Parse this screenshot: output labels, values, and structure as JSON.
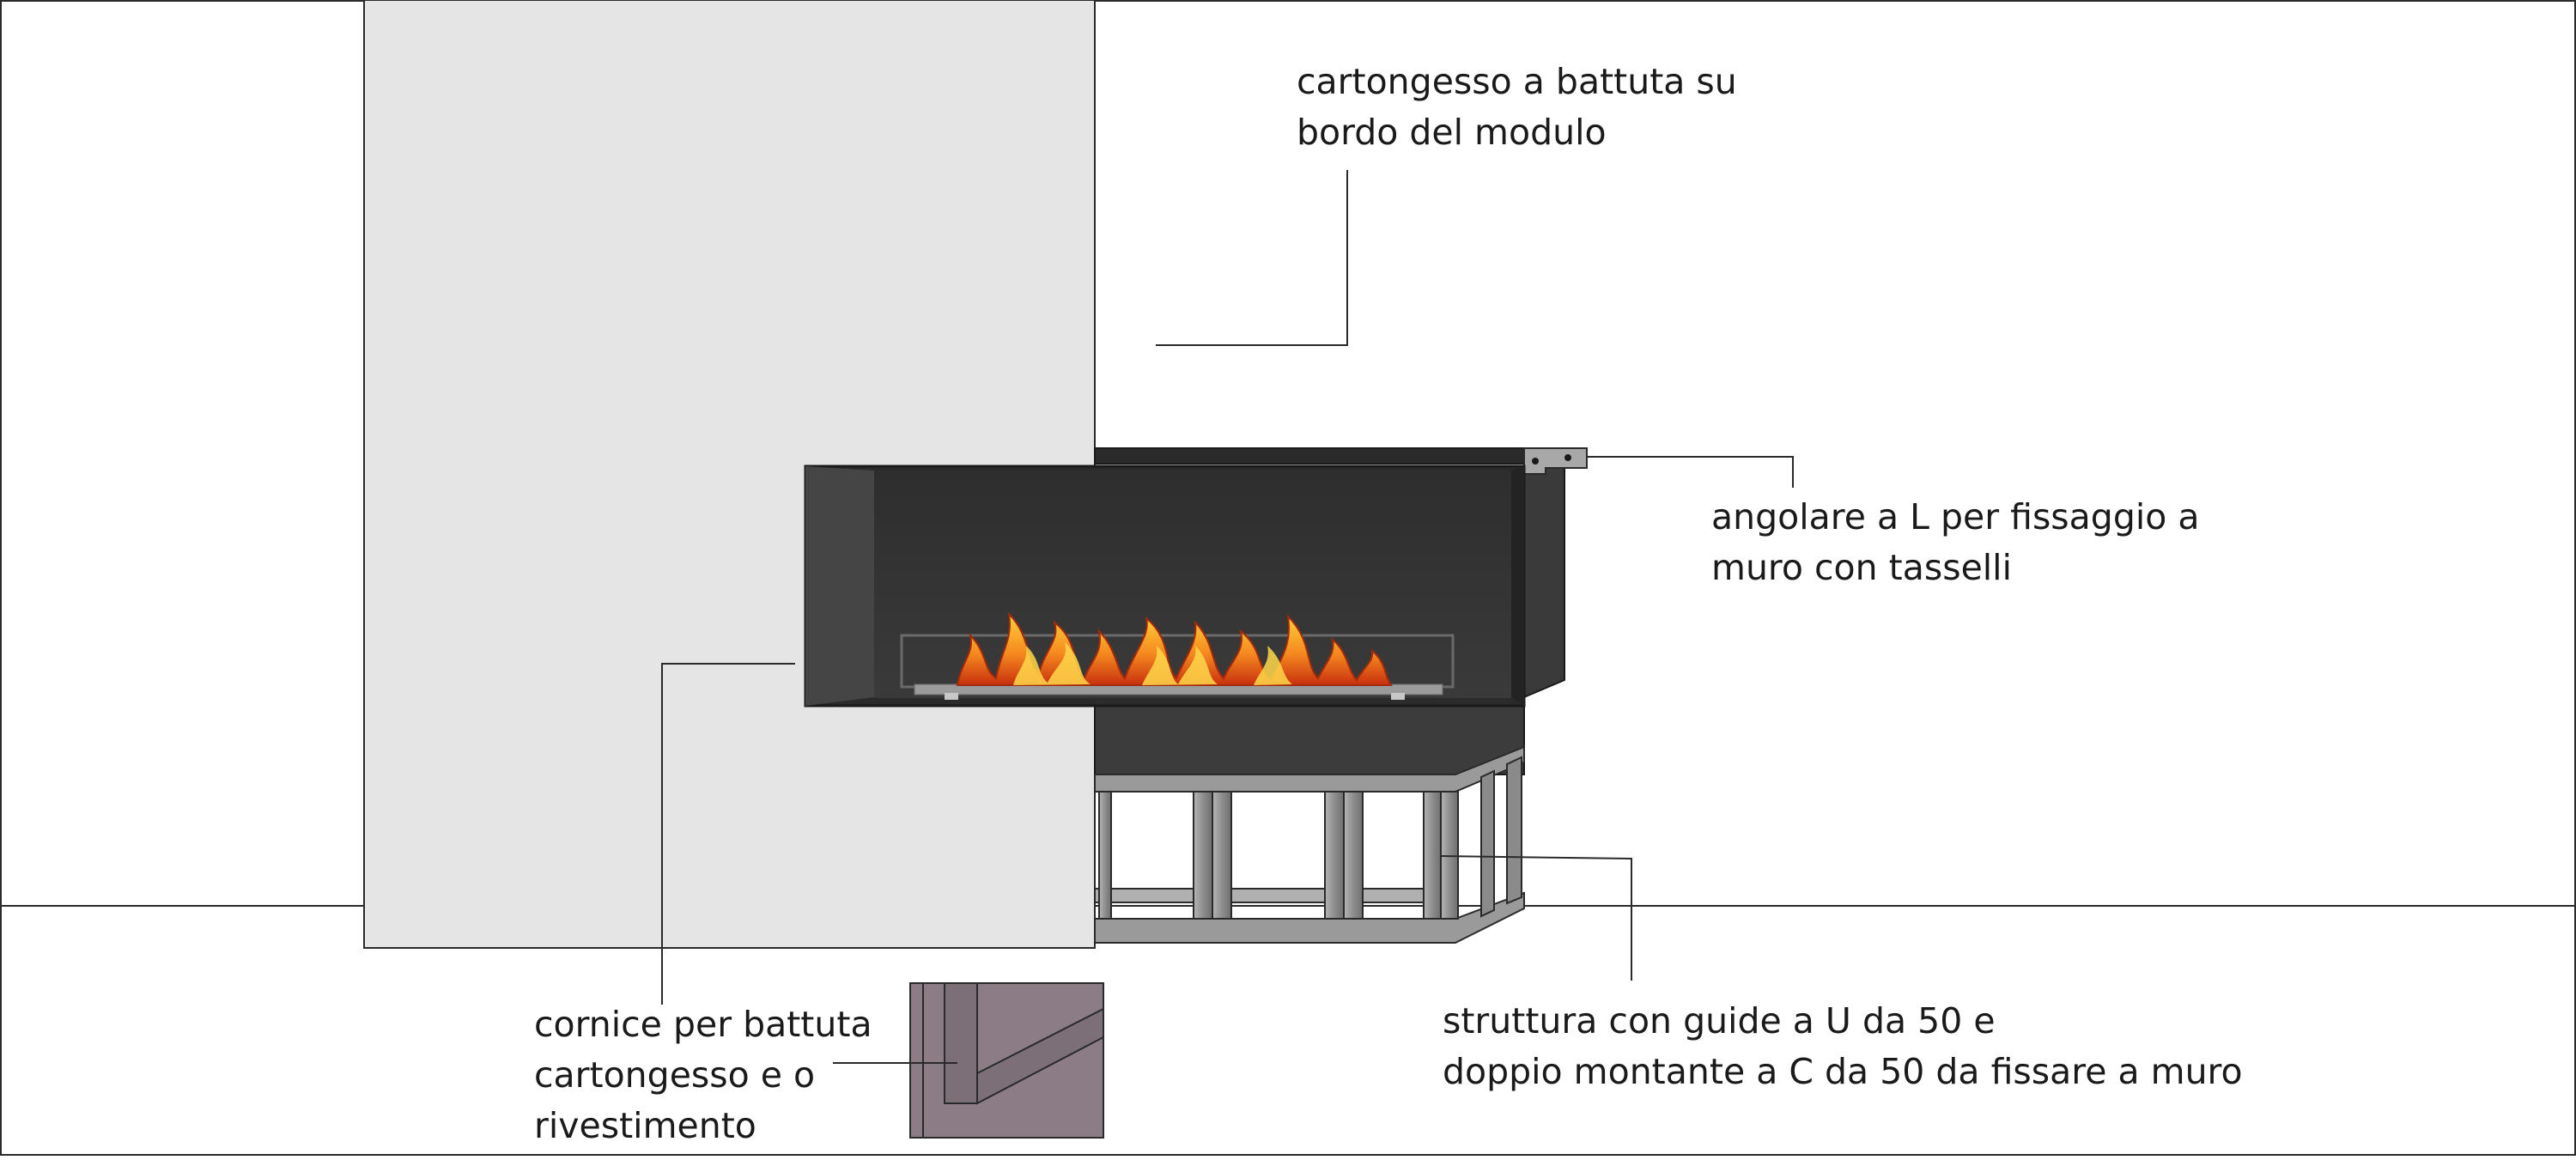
{
  "annotations": {
    "drywall": {
      "lines": [
        "cartongesso a battuta su",
        "bordo del modulo"
      ]
    },
    "bracket": {
      "lines": [
        "angolare a L per fissaggio a",
        "muro con tasselli"
      ]
    },
    "frame": {
      "lines": [
        "cornice per battuta",
        "cartongesso e o",
        "rivestimento"
      ]
    },
    "structure": {
      "lines": [
        "struttura con guide a U da 50 e",
        "doppio montante a C da 50 da fissare a muro"
      ]
    }
  },
  "colors": {
    "background": "#ffffff",
    "outline": "#2a2a2a",
    "drywall_panel": "#e5e5e5",
    "firebox_dark": "#2b2b2b",
    "firebox_inner": "#383838",
    "steel_frame": "#9a9a9a",
    "frame_detail": "#8b7c85",
    "flame_orange": "#f26b1d",
    "flame_yellow": "#ffc21a"
  },
  "icons": {
    "flame": "flame-icon"
  }
}
